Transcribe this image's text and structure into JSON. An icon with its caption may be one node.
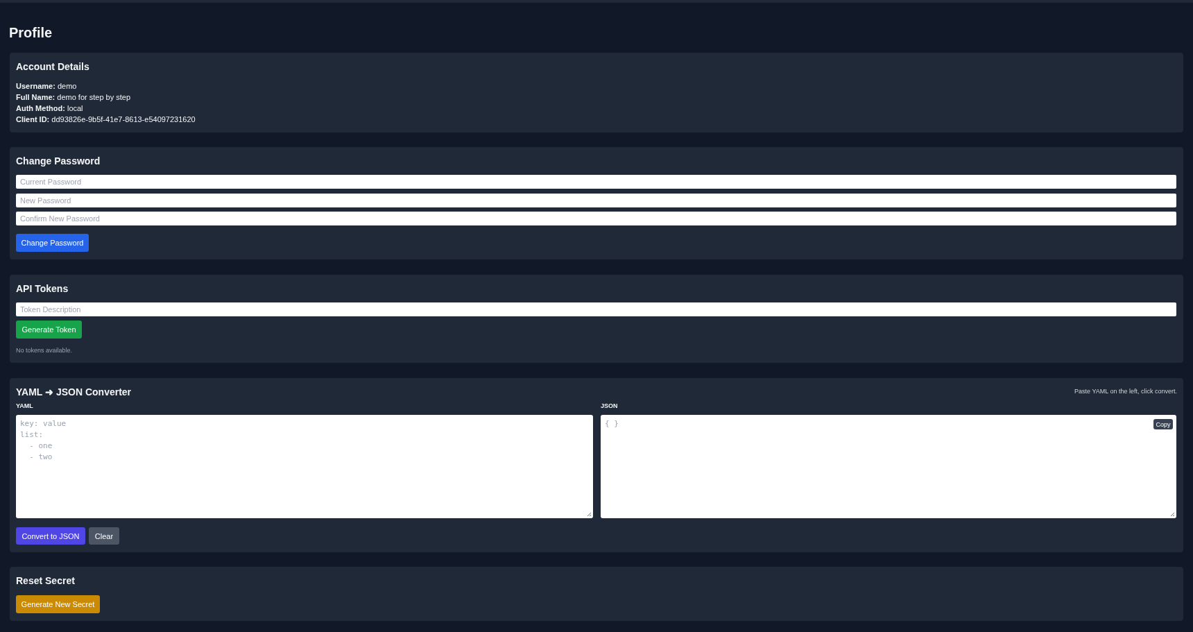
{
  "diagram": {
    "title": "Profile",
    "nodes": [
      {
        "text": [
          "Account Details",
          "**Username:** demo",
          "**Full Name:** demo for step by step",
          "**Auth Method:** local",
          "**Client ID:** dd93826e-9b5f-41e7-8613-e54097231620"
        ]
      },
      {
        "text": [
          "Change Password"
        ]
      },
      {
        "text": [
          "Current Password"
        ],
        "in": 1
      },
      {
        "text": [
          "New Password"
        ],
        "in": 1
      },
      {
        "text": [
          "Confirm New Password"
        ],
        "in": 1
      },
      {
        "text": [
          "Change Password"
        ],
        "in": 1
      },
      {
        "text": [
          "API Tokens",
          "No tokens available."
        ]
      },
      {
        "text": [
          "Token Description"
        ],
        "in": 6
      },
      {
        "text": [
          "Generate Token"
        ],
        "in": 6
      },
      {
        "text": [
          "YAML ➜ JSON Converter",
          "Paste YAML on the left, click convert."
        ]
      },
      {
        "text": [
          "YAML",
          "key: value",
          "list:",
          "  - one",
          "  - two"
        ],
        "in": 9
      },
      {
        "text": [
          "JSON",
          "{ }"
        ],
        "in": 9
      },
      {
        "text": [
          "Copy"
        ],
        "in": 11
      },
      {
        "text": [
          "Convert to JSON"
        ],
        "in": 9
      },
      {
        "text": [
          "Clear"
        ],
        "in": 9
      },
      {
        "text": [
          "Reset Secret"
        ]
      },
      {
        "text": [
          "Generate New Secret"
        ],
        "in": 15
      }
    ]
  }
}
